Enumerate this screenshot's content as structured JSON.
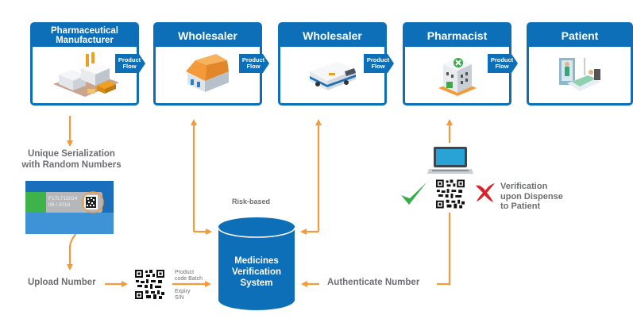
{
  "colors": {
    "brand_blue": "#0c6fb8",
    "arrow_orange": "#f39a3a",
    "text_gray": "#6d6e71",
    "check_green": "#3aaa4a",
    "cross_red": "#d8232a"
  },
  "supply_chain": {
    "nodes": [
      {
        "label": "Pharmaceutical Manufacturer",
        "line1": "Pharmaceutical",
        "line2": "Manufacturer",
        "icon": "factory-icon"
      },
      {
        "label": "Wholesaler",
        "icon": "warehouse-icon"
      },
      {
        "label": "Wholesaler",
        "icon": "delivery-van-icon"
      },
      {
        "label": "Pharmacist",
        "icon": "pharmacy-building-icon"
      },
      {
        "label": "Patient",
        "icon": "hospital-bed-icon"
      }
    ],
    "flow_label_line1": "Product",
    "flow_label_line2": "Flow"
  },
  "serialization": {
    "title_line1": "Unique Serialization",
    "title_line2": "with Random Numbers",
    "label_code": "F17L715034",
    "label_date": "08 / 2018"
  },
  "upload": {
    "label": "Upload Number",
    "fields_line1": "Product",
    "fields_line2": "code Batch",
    "fields_line3": "Expiry",
    "fields_line4": "S/N"
  },
  "mvs": {
    "line1": "Medicines",
    "line2": "Verification",
    "line3": "System",
    "risk_label": "Risk-based"
  },
  "authenticate": {
    "label": "Authenticate Number"
  },
  "dispense": {
    "line1": "Verification",
    "line2": "upon Dispense",
    "line3": "to Patient"
  }
}
